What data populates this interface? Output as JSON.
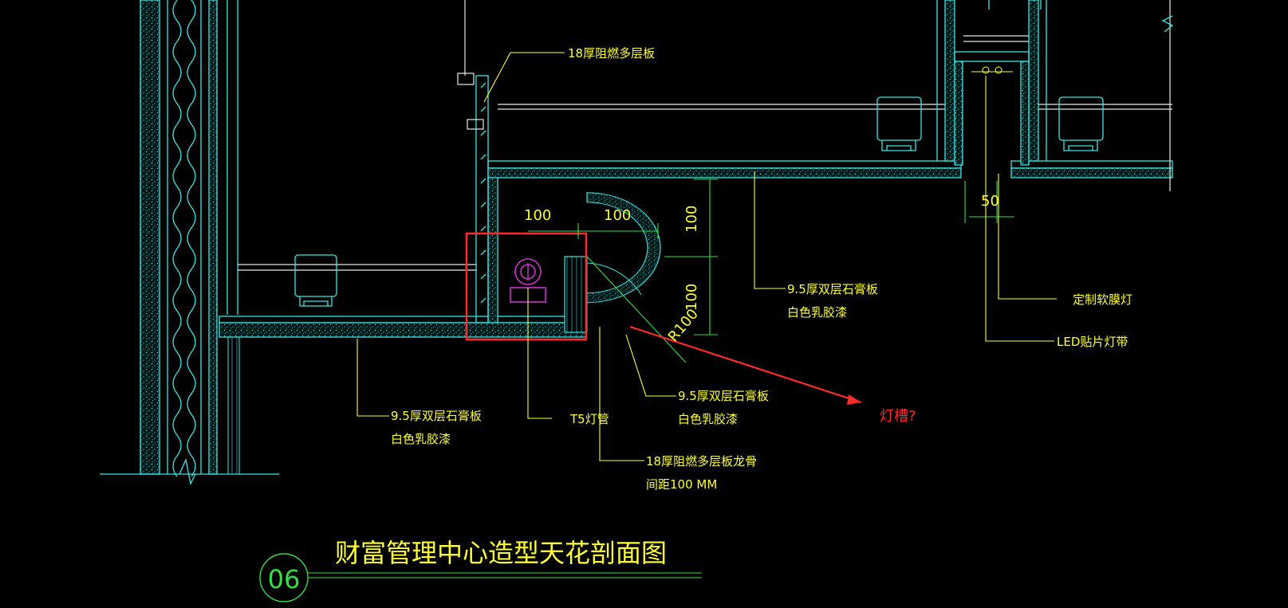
{
  "drawing": {
    "title": "财富管理中心造型天花剖面图",
    "number": "06"
  },
  "annotations": {
    "plywood_top": "18厚阻燃多层板",
    "gypsum_right_line1": "9.5厚双层石膏板",
    "gypsum_right_line2": "白色乳胶漆",
    "custom_film_light": "定制软膜灯",
    "led_strip": "LED贴片灯带",
    "gypsum_left_line1": "9.5厚双层石膏板",
    "gypsum_left_line2": "白色乳胶漆",
    "t5_tube": "T5灯管",
    "gypsum_curve_line1": "9.5厚双层石膏板",
    "gypsum_curve_line2": "白色乳胶漆",
    "plywood_keel_line1": "18厚阻燃多层板龙骨",
    "plywood_keel_line2": "间距100 MM",
    "question": "灯槽?"
  },
  "dimensions": {
    "d1": "100",
    "d2": "100",
    "d3": "100",
    "d4": "100",
    "radius": "R100",
    "gap": "50"
  },
  "colors": {
    "background": "#000000",
    "structure": "#38e6e6",
    "annotation": "#ffff33",
    "dimension_line": "#33dd44",
    "highlight": "#ff2a2a",
    "fixture": "#cc33cc"
  }
}
